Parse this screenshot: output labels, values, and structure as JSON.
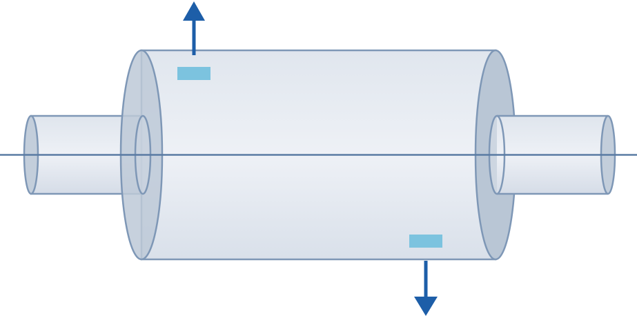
{
  "diagram": {
    "description_labels": [],
    "colors": {
      "outline": "#7e97b6",
      "body_fill_light": "#e8ecf3",
      "body_fill_mid": "#dde3ec",
      "end_face_fill": "#b9c6d5",
      "inner_face_fill": "#cdd6e1",
      "pipe_fill": "#e3e8ef",
      "axis_line": "#5a7ba3",
      "arrow": "#1d5ea8",
      "label_box": "#7cc3df"
    },
    "arrows": [
      {
        "id": "outlet-top",
        "direction": "up"
      },
      {
        "id": "outlet-bottom",
        "direction": "down"
      }
    ],
    "label_boxes": [
      {
        "id": "label-box-top",
        "text": ""
      },
      {
        "id": "label-box-bottom",
        "text": ""
      }
    ]
  }
}
